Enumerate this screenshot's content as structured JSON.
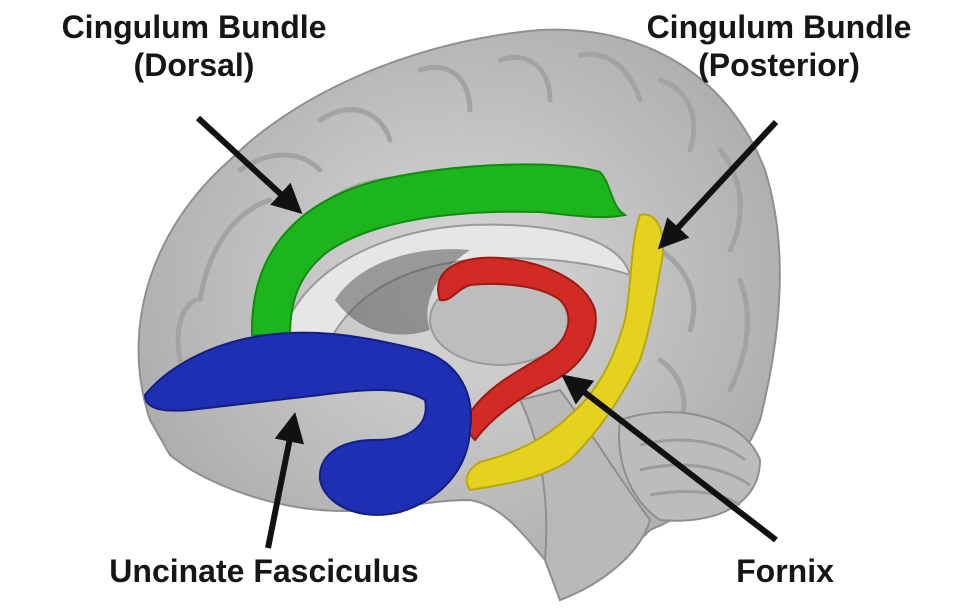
{
  "labels": {
    "dorsal_line1": "Cingulum Bundle",
    "dorsal_line2": "(Dorsal)",
    "posterior_line1": "Cingulum Bundle",
    "posterior_line2": "(Posterior)",
    "uncinate": "Uncinate Fasciculus",
    "fornix": "Fornix"
  },
  "colors": {
    "cingulum_dorsal": "#1db51d",
    "cingulum_posterior": "#e5d21f",
    "fornix": "#d22a24",
    "uncinate": "#1e2fb3",
    "brain": "#c9c9c9",
    "arrow": "#111111"
  }
}
